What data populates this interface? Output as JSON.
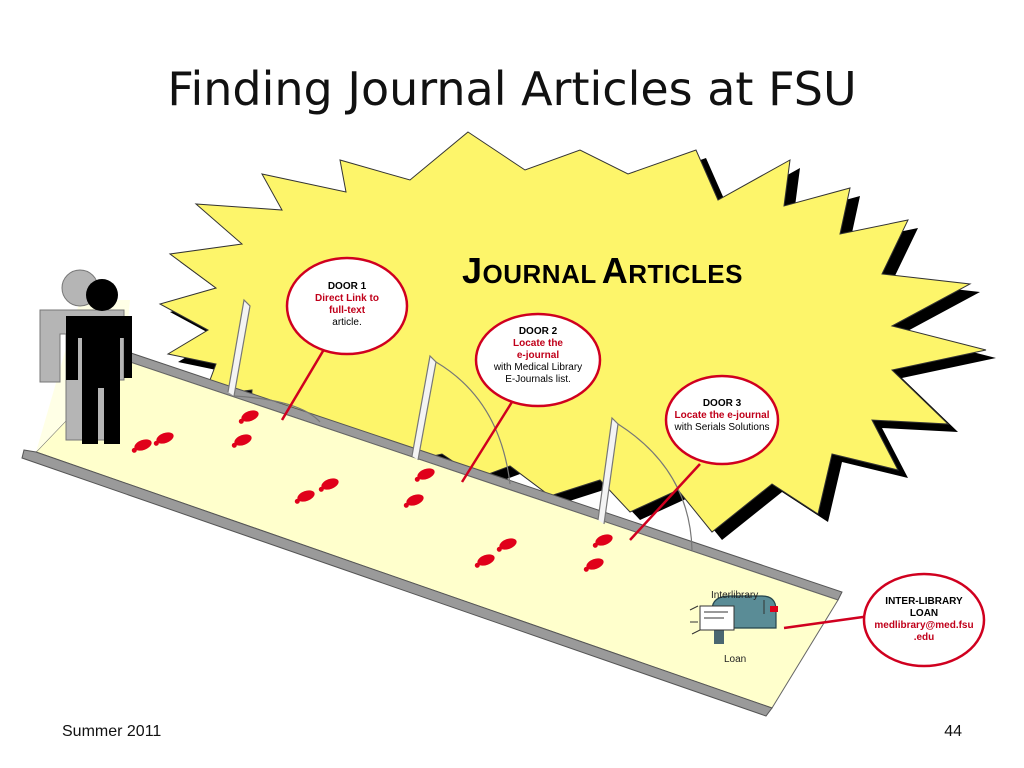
{
  "slide": {
    "title": "Finding Journal Articles at FSU",
    "footer_left": "Summer 2011",
    "page_number": "44"
  },
  "banner": {
    "first_initial": "J",
    "first_rest": "OURNAL",
    "second_initial": "A",
    "second_rest": "RTICLES"
  },
  "doors": [
    {
      "heading": "DOOR 1",
      "red_lines": [
        "Direct Link to",
        "full-text"
      ],
      "black_lines": [
        "article."
      ]
    },
    {
      "heading": "DOOR 2",
      "red_lines": [
        "Locate the",
        "e-journal"
      ],
      "black_lines": [
        "with Medical Library",
        "E-Journals list."
      ]
    },
    {
      "heading": "DOOR 3",
      "red_lines": [
        "Locate the e-journal"
      ],
      "black_lines": [
        "with Serials Solutions"
      ]
    }
  ],
  "ill": {
    "heading_1": "INTER-LIBRARY",
    "heading_2": "LOAN",
    "email_1": "medlibrary@med.fsu",
    "email_2": ".edu"
  },
  "mailbox": {
    "label_top": "Interlibrary",
    "label_bottom": "Loan"
  },
  "colors": {
    "starburst": "#fdf56a",
    "hallway": "#ffffcc",
    "bubble_border": "#d0001f",
    "link_red": "#c0001a",
    "footprint": "#e0001a"
  }
}
